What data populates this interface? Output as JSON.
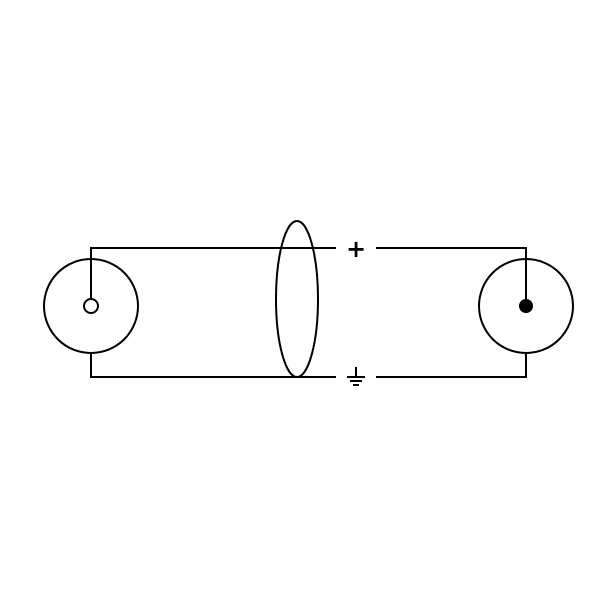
{
  "diagram": {
    "type": "cable-wiring-schematic",
    "colors": {
      "line": "#000000",
      "background": "#ffffff",
      "female_pin_fill": "#ffffff",
      "male_pin_fill": "#000000"
    },
    "left_connector": {
      "pin_style": "hollow-pin",
      "icon": "connector-hollow-pin-icon"
    },
    "right_connector": {
      "pin_style": "solid-pin",
      "icon": "connector-solid-pin-icon"
    },
    "shield": {
      "icon": "cable-shield-ellipse-icon"
    },
    "signal_line": {
      "symbol": "+",
      "icon": "plus-icon"
    },
    "ground_line": {
      "icon": "ground-icon"
    }
  }
}
